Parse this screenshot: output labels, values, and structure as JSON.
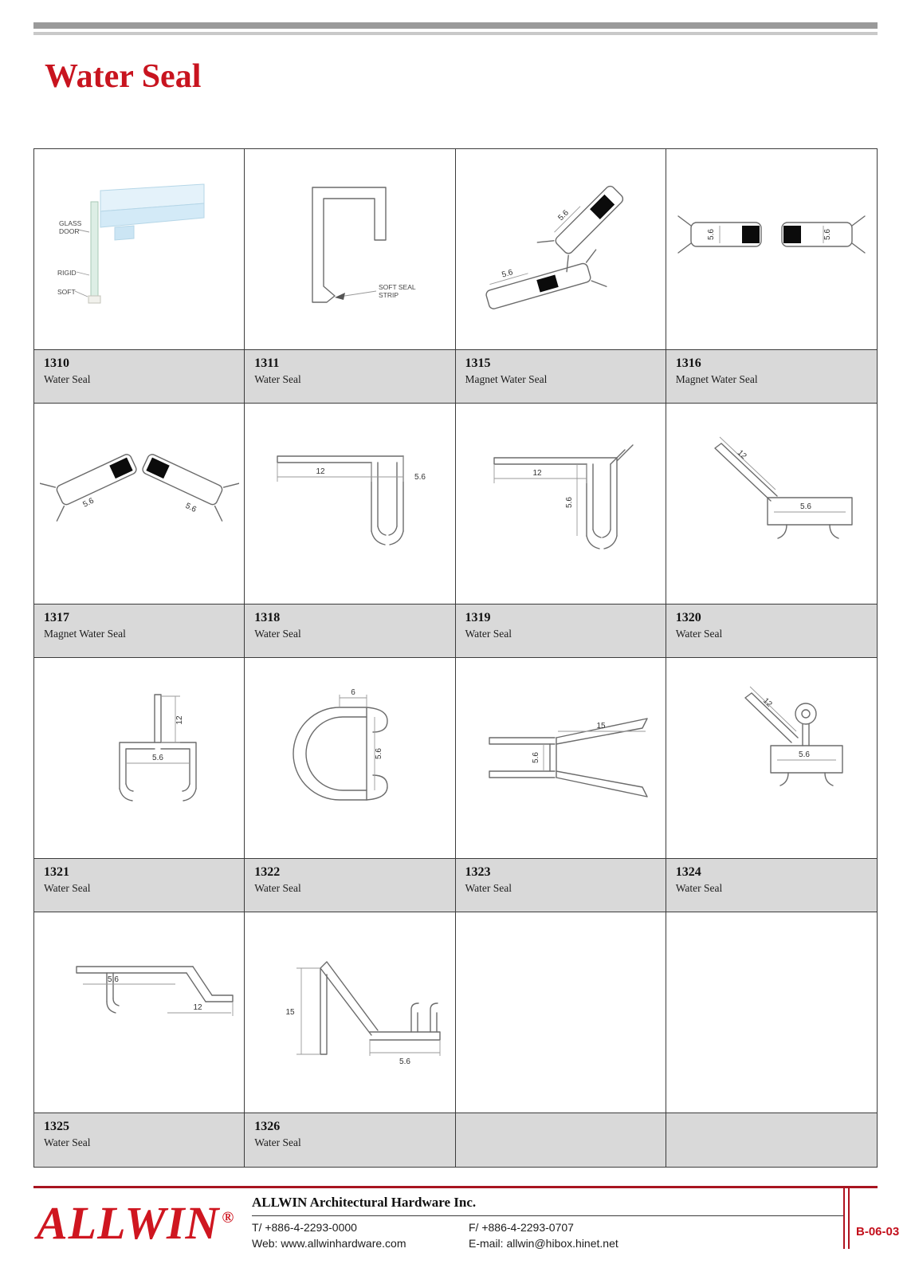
{
  "page": {
    "title": "Water Seal",
    "code": "B-06-03"
  },
  "products": [
    {
      "code": "1310",
      "name": "Water Seal",
      "labels": [
        "GLASS",
        "DOOR",
        "RIGID",
        "SOFT"
      ]
    },
    {
      "code": "1311",
      "name": "Water Seal",
      "labels": [
        "SOFT SEAL",
        "STRIP"
      ]
    },
    {
      "code": "1315",
      "name": "Magnet Water Seal",
      "dims": [
        "5.6",
        "5.6"
      ]
    },
    {
      "code": "1316",
      "name": "Magnet Water Seal",
      "dims": [
        "5.6",
        "5.6"
      ]
    },
    {
      "code": "1317",
      "name": "Magnet Water Seal",
      "dims": [
        "5.6",
        "5.6"
      ]
    },
    {
      "code": "1318",
      "name": "Water Seal",
      "dims": [
        "12",
        "5.6"
      ]
    },
    {
      "code": "1319",
      "name": "Water Seal",
      "dims": [
        "12",
        "5.6"
      ]
    },
    {
      "code": "1320",
      "name": "Water Seal",
      "dims": [
        "12",
        "5.6"
      ]
    },
    {
      "code": "1321",
      "name": "Water Seal",
      "dims": [
        "12",
        "5.6"
      ]
    },
    {
      "code": "1322",
      "name": "Water Seal",
      "dims": [
        "6",
        "5.6"
      ]
    },
    {
      "code": "1323",
      "name": "Water Seal",
      "dims": [
        "15",
        "5.6"
      ]
    },
    {
      "code": "1324",
      "name": "Water Seal",
      "dims": [
        "12",
        "5.6"
      ]
    },
    {
      "code": "1325",
      "name": "Water Seal",
      "dims": [
        "5.6",
        "12"
      ]
    },
    {
      "code": "1326",
      "name": "Water Seal",
      "dims": [
        "15",
        "5.6"
      ]
    }
  ],
  "footer": {
    "logo": "ALLWIN",
    "registered": "®",
    "company": "ALLWIN Architectural Hardware Inc.",
    "tel": "T/ +886-4-2293-0000",
    "fax": "F/ +886-4-2293-0707",
    "web": "Web: www.allwinhardware.com",
    "email": "E-mail: allwin@hibox.hinet.net"
  }
}
